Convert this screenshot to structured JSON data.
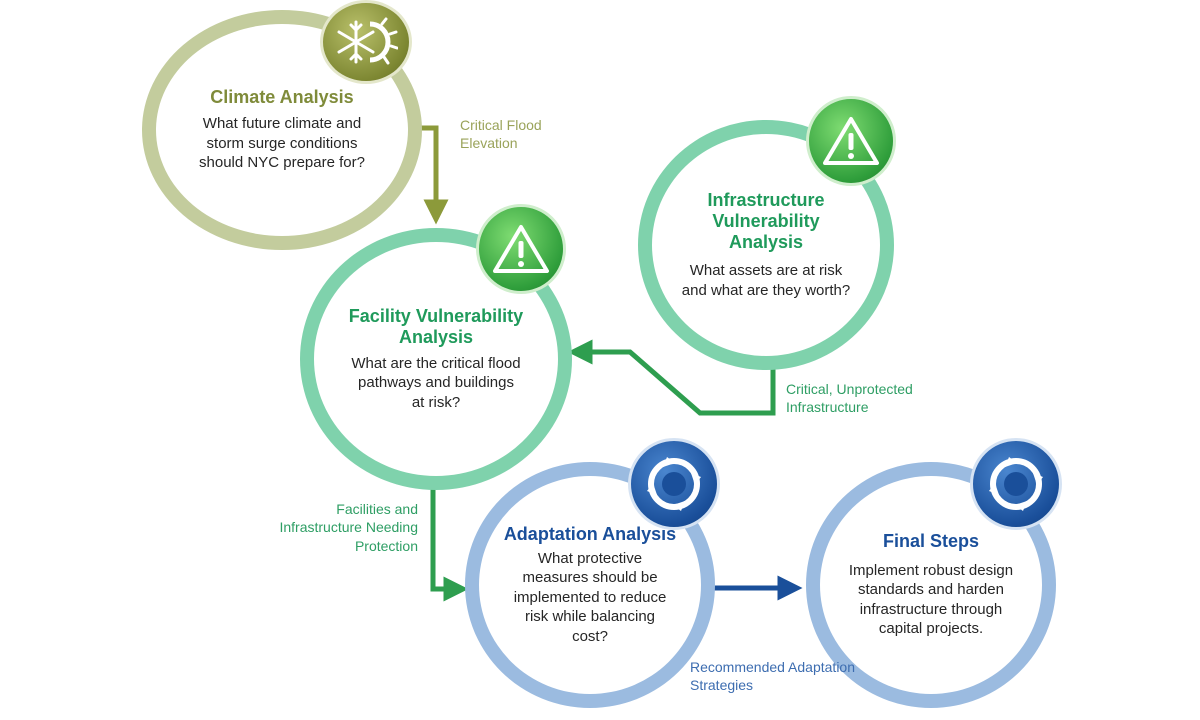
{
  "stages": {
    "climate": {
      "title": "Climate Analysis",
      "description": "What future climate and storm surge conditions should NYC prepare for?",
      "icon": "snowflake-sun-icon",
      "color": "#7f8b3a"
    },
    "infrastructure": {
      "title": "Infrastructure Vulnerability Analysis",
      "description": "What assets are at risk and what are they worth?",
      "icon": "warning-triangle-icon",
      "color": "#1f9a5b"
    },
    "facility": {
      "title": "Facility Vulnerability Analysis",
      "description": "What are the critical flood pathways and buildings at risk?",
      "icon": "warning-triangle-icon",
      "color": "#1f9a5b"
    },
    "adaptation": {
      "title": "Adaptation Analysis",
      "description": "What protective measures should be implemented to reduce risk while balancing cost?",
      "icon": "cycle-arrows-icon",
      "color": "#1a4f9a"
    },
    "final": {
      "title": "Final Steps",
      "description": "Implement robust design standards and harden infrastructure through capital projects.",
      "icon": "cycle-arrows-icon",
      "color": "#1a4f9a"
    }
  },
  "edges": {
    "climate_to_facility": "Critical Flood Elevation",
    "infrastructure_to_facility": "Critical, Unprotected Infrastructure",
    "facility_to_adaptation": "Facilities and Infrastructure Needing Protection",
    "adaptation_to_final": "Recommended Adaptation Strategies"
  },
  "colors": {
    "olive": "#7f8b3a",
    "green": "#1f9a5b",
    "blue": "#1a4f9a"
  }
}
